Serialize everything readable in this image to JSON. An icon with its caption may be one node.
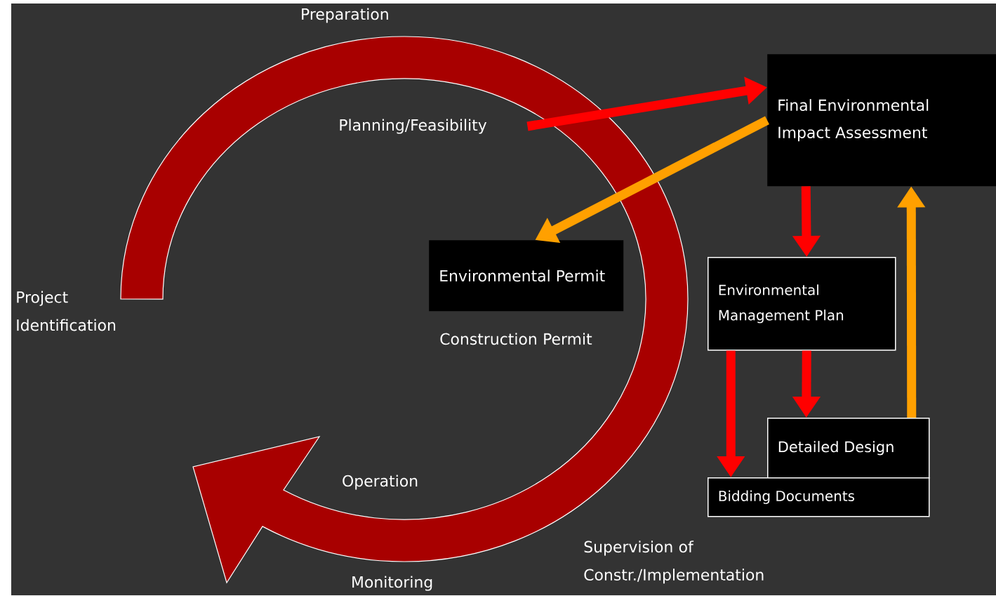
{
  "diagram": {
    "nodes": [
      {
        "text": [
          "Final Environmental Impact Assessment"
        ]
      },
      {
        "text": [
          "Environmental Permit"
        ]
      },
      {
        "text": [
          "Environmental Management Plan"
        ]
      },
      {
        "text": [
          "Detailed Design"
        ]
      },
      {
        "text": [
          "Bidding Documents"
        ]
      },
      {
        "text": [
          "Planning/Feasibility"
        ]
      }
    ],
    "edges": [
      {
        "from": 5,
        "to": 0,
        "arrow": "to"
      },
      {
        "from": 0,
        "to": 1,
        "arrow": "to",
        "color": "#ffa000"
      },
      {
        "from": 0,
        "to": 2,
        "arrow": "to"
      },
      {
        "from": 2,
        "to": 4,
        "arrow": "to"
      },
      {
        "from": 2,
        "to": 3,
        "arrow": "to"
      },
      {
        "from": 3,
        "to": 0,
        "arrow": "to",
        "color": "#ffa000"
      }
    ],
    "labels": [
      "Preparation",
      "Project Identification",
      "Construction Permit",
      "Operation",
      "Monitoring",
      "Supervision of Constr./Implementation"
    ]
  }
}
